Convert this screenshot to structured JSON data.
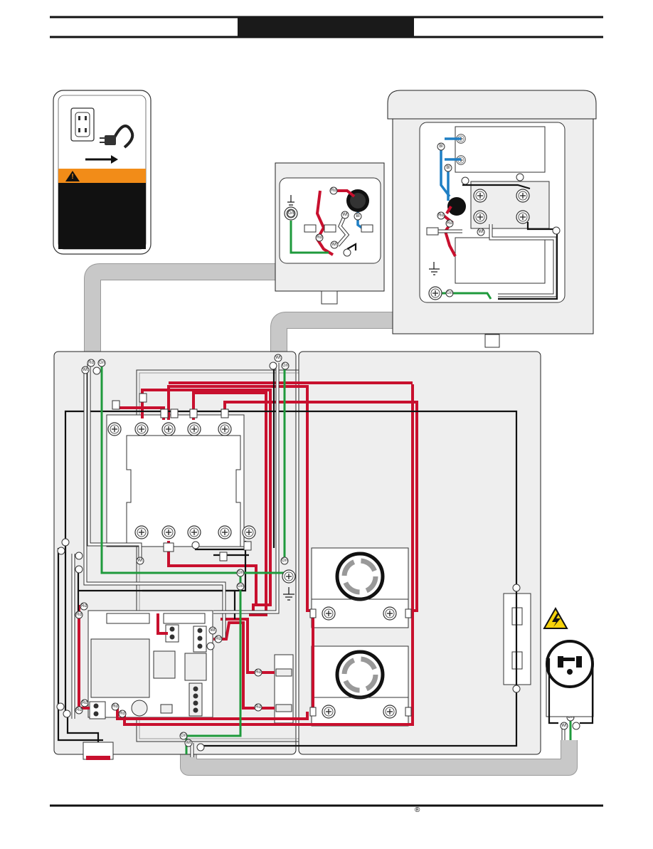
{
  "header": {
    "title_box_color": "#1a1a1a"
  },
  "footer": {
    "trademark": "®"
  },
  "colors": {
    "red": "#c8102e",
    "black": "#111111",
    "white": "#ffffff",
    "green": "#1f9a3c",
    "blue": "#1f7fc4",
    "panel_fill": "#eeeeee",
    "conduit": "#c8c8c8",
    "warning_orange": "#f28c18",
    "label_dark": "#222222"
  },
  "warning_card": {
    "outlet_icon": "outlet-icon",
    "plug_icon": "plug-icon",
    "arrow_icon": "arrow-right-icon",
    "caution_icon": "warning-triangle-icon",
    "banner_mark": "!"
  },
  "hazard_icon": "electrical-hazard-icon",
  "wire_tags": {
    "red": "Rd",
    "white": "Wt",
    "green": "Gn",
    "blue": "Bl"
  }
}
